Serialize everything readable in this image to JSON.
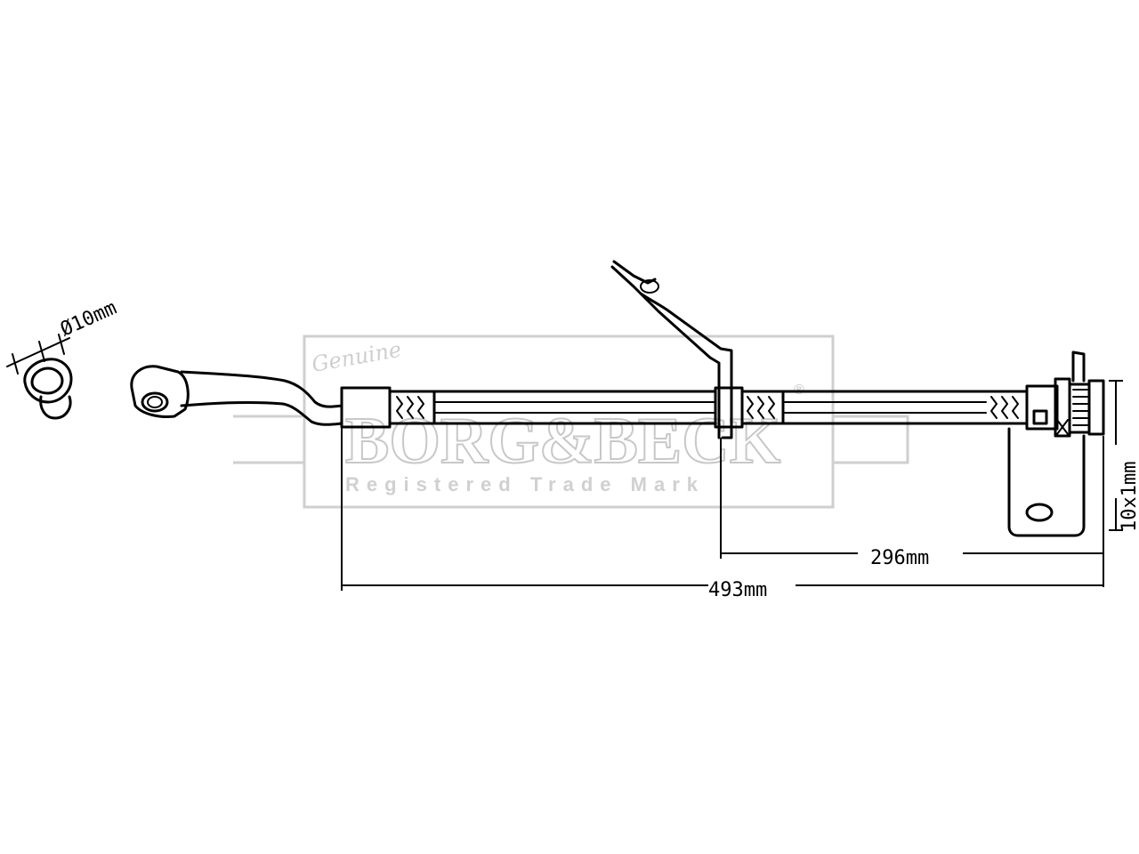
{
  "watermark": {
    "script": "Genuine",
    "brand": "BORG&BECK",
    "registered_mark": "®",
    "subtitle": "Registered Trade Mark"
  },
  "dimensions": {
    "fitting_diameter": "Ø10mm",
    "thread": "10x1mm",
    "bracket_to_end": "296mm",
    "overall_length": "493mm"
  },
  "colors": {
    "line": "#000000",
    "watermark": "#cfcfcf"
  }
}
